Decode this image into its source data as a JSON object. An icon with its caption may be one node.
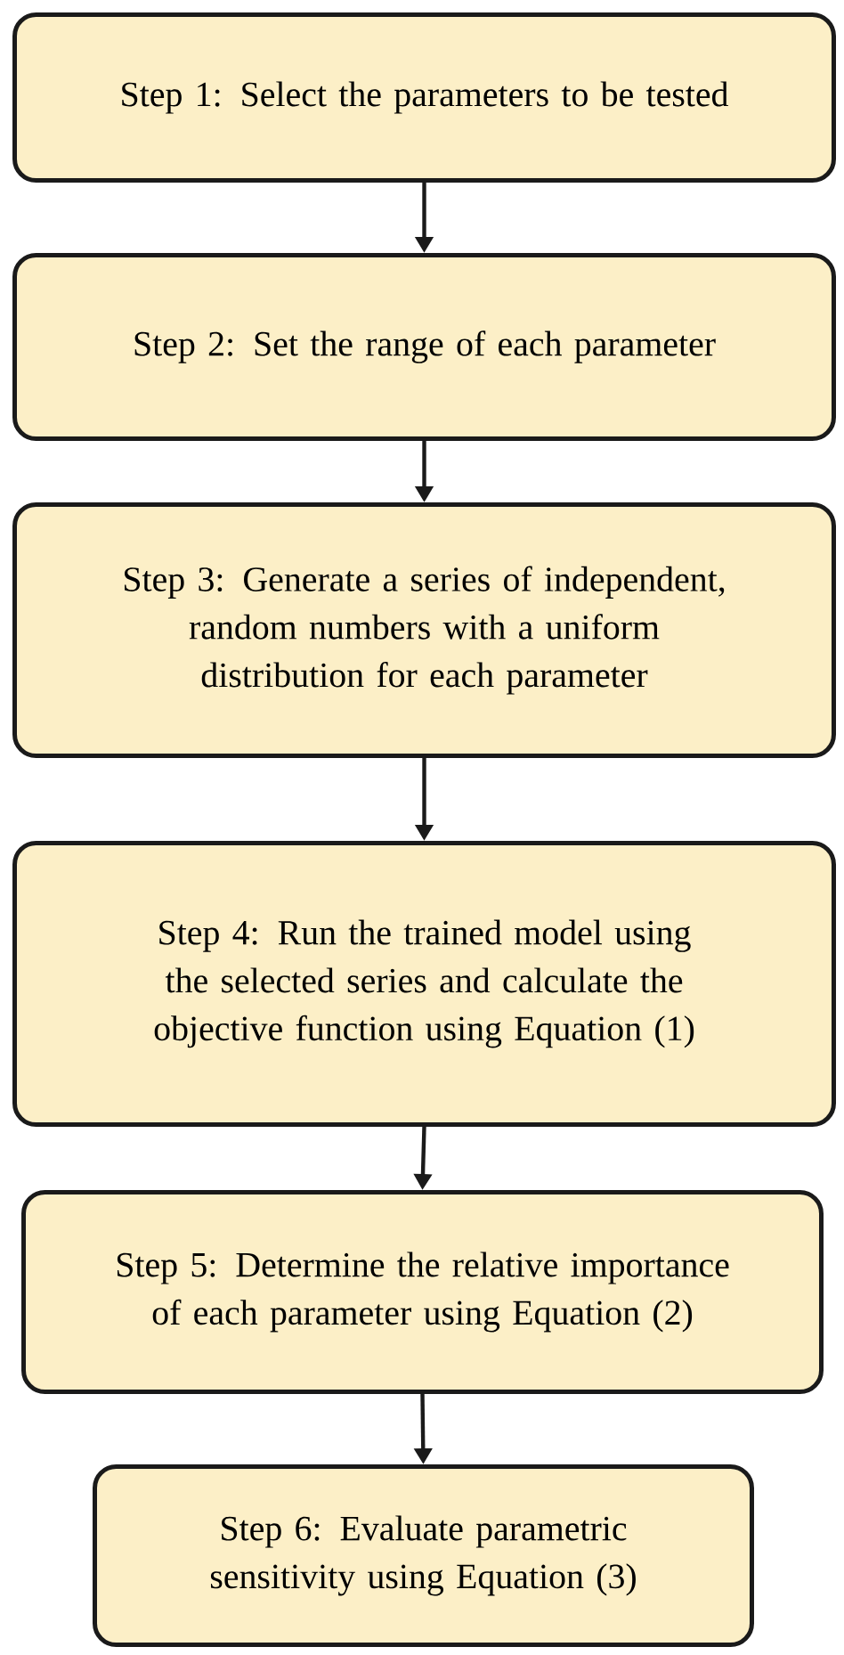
{
  "diagram": {
    "nodes": [
      {
        "text": [
          "Step 1: Select the parameters to be tested"
        ]
      },
      {
        "text": [
          "Step 2: Set the range of each parameter"
        ]
      },
      {
        "text": [
          "Step 3: Generate a series of independent, random numbers with a uniform distribution for each parameter"
        ]
      },
      {
        "text": [
          "Step 4: Run the trained model using the selected series and calculate the objective function using Equation (1)"
        ]
      },
      {
        "text": [
          "Step 5: Determine the relative importance of each parameter using Equation (2)"
        ]
      },
      {
        "text": [
          "Step 6: Evaluate parametric sensitivity using Equation (3)"
        ]
      }
    ],
    "edges": [
      {
        "from": 0,
        "to": 1,
        "arrow": "to"
      },
      {
        "from": 1,
        "to": 2,
        "arrow": "to"
      },
      {
        "from": 2,
        "to": 3,
        "arrow": "to"
      },
      {
        "from": 3,
        "to": 4,
        "arrow": "to"
      },
      {
        "from": 4,
        "to": 5,
        "arrow": "to"
      }
    ]
  }
}
